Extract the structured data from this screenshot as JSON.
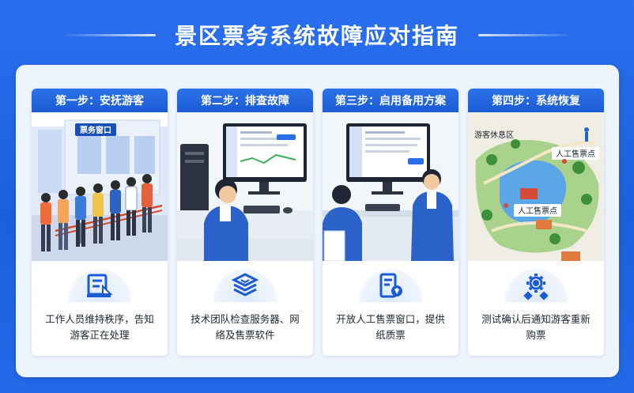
{
  "page": {
    "title": "景区票务系统故障应对指南"
  },
  "steps": [
    {
      "heading": "第一步：安抚游客",
      "sign": "票务窗口",
      "icon": "notice-board-icon",
      "description": "工作人员维持秩序，告知游客正在处理"
    },
    {
      "heading": "第二步：排查故障",
      "icon": "server-stack-icon",
      "description": "技术团队检查服务器、网络及售票软件"
    },
    {
      "heading": "第三步：启用备用方案",
      "icon": "paper-ticket-icon",
      "description": "开放人工售票窗口，提供纸质票"
    },
    {
      "heading": "第四步：系统恢复",
      "map_labels": [
        "游客休息区",
        "人工售票点",
        "人工售票点"
      ],
      "icon": "gears-icon",
      "description": "测试确认后通知游客重新购票"
    }
  ],
  "colors": {
    "brand_blue": "#1b5bd3",
    "panel_bg": "#eef4fd",
    "accent_green": "#3fae5a"
  }
}
